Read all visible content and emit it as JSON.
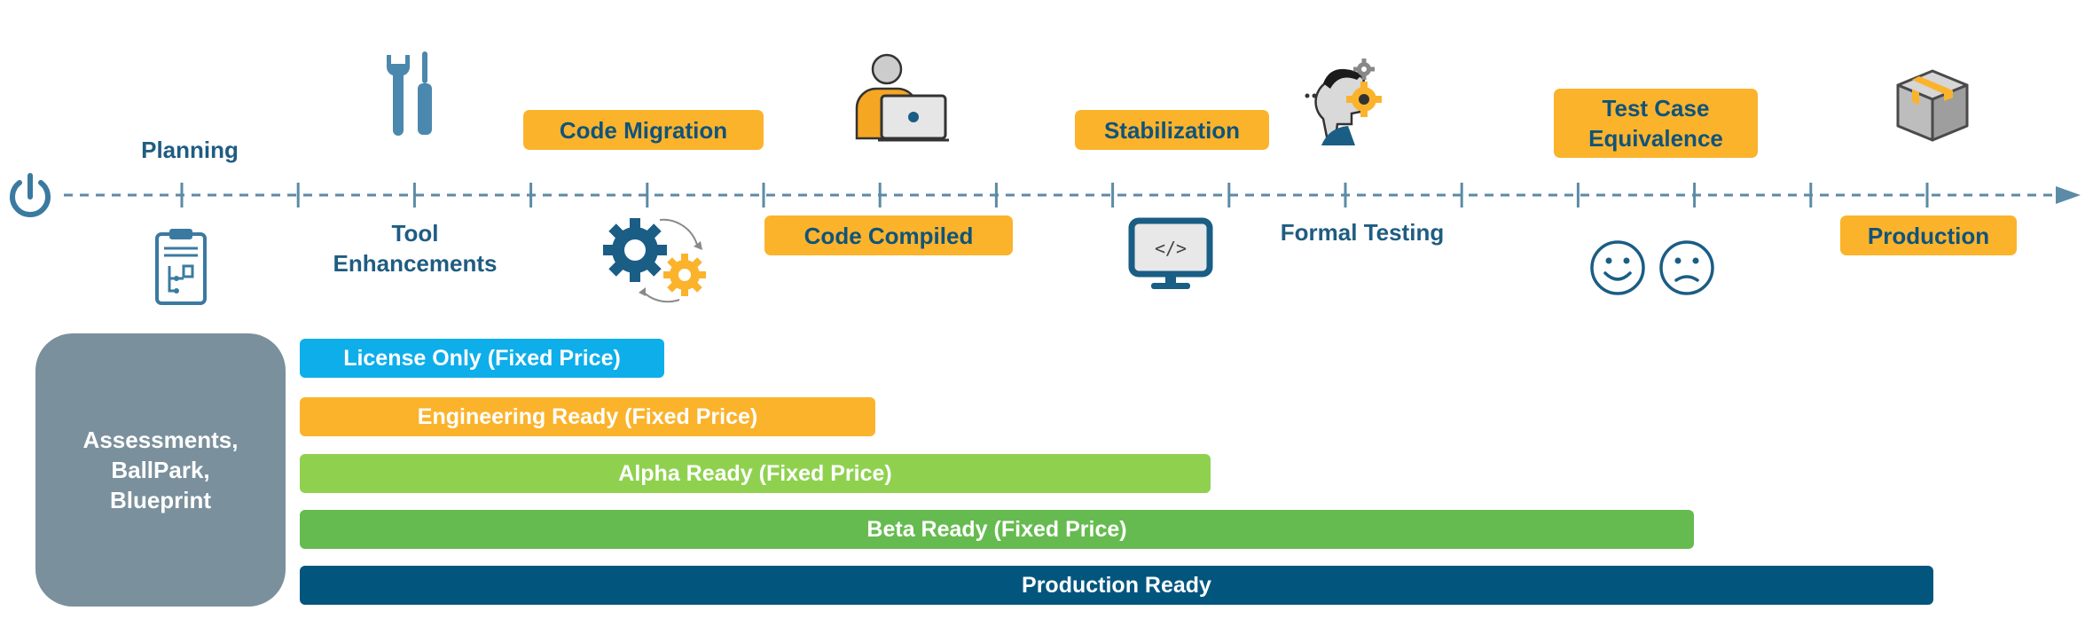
{
  "stages_above": {
    "planning": "Planning",
    "code_migration": "Code Migration",
    "stabilization": "Stabilization",
    "test_case_equivalence_line1": "Test Case",
    "test_case_equivalence_line2": "Equivalence"
  },
  "stages_below": {
    "tool_enhancements_line1": "Tool",
    "tool_enhancements_line2": "Enhancements",
    "code_compiled": "Code Compiled",
    "formal_testing": "Formal Testing",
    "production": "Production"
  },
  "assessment_box": {
    "line1": "Assessments,",
    "line2": "BallPark,",
    "line3": "Blueprint"
  },
  "tiers": [
    {
      "label": "License Only (Fixed Price)",
      "color": "#0eaeea"
    },
    {
      "label": "Engineering Ready (Fixed Price)",
      "color": "#fbb32c"
    },
    {
      "label": "Alpha Ready (Fixed Price)",
      "color": "#8fd14f"
    },
    {
      "label": "Beta Ready (Fixed Price)",
      "color": "#66bb50"
    },
    {
      "label": "Production Ready",
      "color": "#02567e"
    }
  ],
  "icons": {
    "start": "power-icon",
    "planning": "clipboard-icon",
    "tools": "wrench-screwdriver-icon",
    "migration": "gears-cycle-icon",
    "compile": "developer-laptop-icon",
    "stabilize": "code-monitor-icon",
    "testing": "thinking-head-gear-icon",
    "equivalence": "smiley-faces-icon",
    "production": "box-icon"
  },
  "colors": {
    "accent_orange": "#fbb32c",
    "dark_blue": "#10537a",
    "axis": "#5b8ba6"
  }
}
